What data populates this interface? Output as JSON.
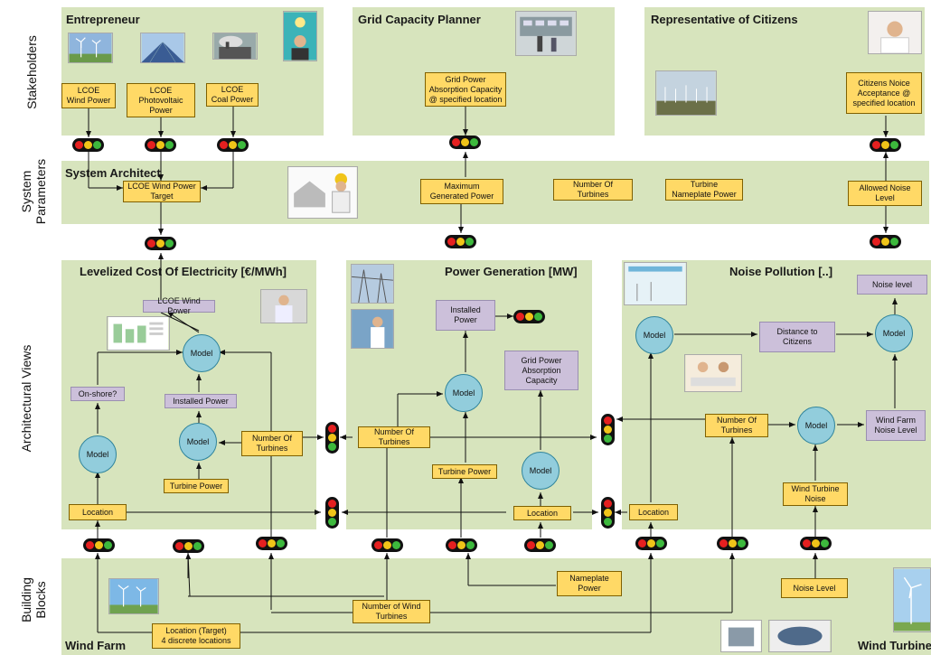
{
  "rows": {
    "stakeholders": "Stakeholders",
    "system_parameters": "System\nParameters",
    "architectural_views": "Architectural Views",
    "building_blocks": "Building\nBlocks"
  },
  "panels": {
    "entrepreneur": "Entrepreneur",
    "grid_planner": "Grid Capacity Planner",
    "citizens": "Representative of Citizens",
    "architect": "System Architect",
    "lcoe_view": "Levelized Cost Of Electricity [€/MWh]",
    "power_view": "Power Generation [MW]",
    "noise_view": "Noise Pollution [..]",
    "wind_farm": "Wind Farm",
    "wind_turbine": "Wind Turbine"
  },
  "stakeholder_boxes": {
    "lcoe_wind": "LCOE\nWind Power",
    "lcoe_pv": "LCOE\nPhotovoltaic\nPower",
    "lcoe_coal": "LCOE\nCoal Power",
    "grid_absorption": "Grid Power\nAbsorption Capacity\n@ specified location",
    "citizens_noise": "Citizens Noice\nAcceptance @\nspecified location"
  },
  "parameters": {
    "lcoe_target": "LCOE Wind Power\nTarget",
    "max_power": "Maximum\nGenerated Power",
    "num_turbines": "Number Of\nTurbines",
    "nameplate": "Turbine\nNameplate Power",
    "noise_level": "Allowed Noise\nLevel"
  },
  "lcoe_view": {
    "lcoe_wind": "LCOE Wind Power",
    "onshore": "On-shore?",
    "installed": "Installed Power",
    "model": "Model",
    "num_turbines": "Number Of\nTurbines",
    "turbine_power": "Turbine Power",
    "location": "Location"
  },
  "power_view": {
    "installed": "Installed\nPower",
    "grid": "Grid Power\nAbsorption\nCapacity",
    "model": "Model",
    "num_turbines": "Number Of\nTurbines",
    "turbine_power": "Turbine Power",
    "location": "Location"
  },
  "noise_view": {
    "noise_level": "Noise level",
    "distance": "Distance to\nCitizens",
    "farm_noise": "Wind Farm\nNoise Level",
    "num_turbines": "Number Of\nTurbines",
    "turbine_noise": "Wind Turbine\nNoise",
    "location": "Location",
    "model": "Model"
  },
  "building_blocks": {
    "nameplate": "Nameplate\nPower",
    "num_wind": "Number of Wind\nTurbines",
    "location_target": "Location (Target)\n4 discrete locations",
    "noise_level": "Noise Level"
  },
  "colors": {
    "panel": "#d7e4bd",
    "yellow_box": "#ffd966",
    "purple_box": "#ccc0da",
    "model": "#92cddc"
  }
}
